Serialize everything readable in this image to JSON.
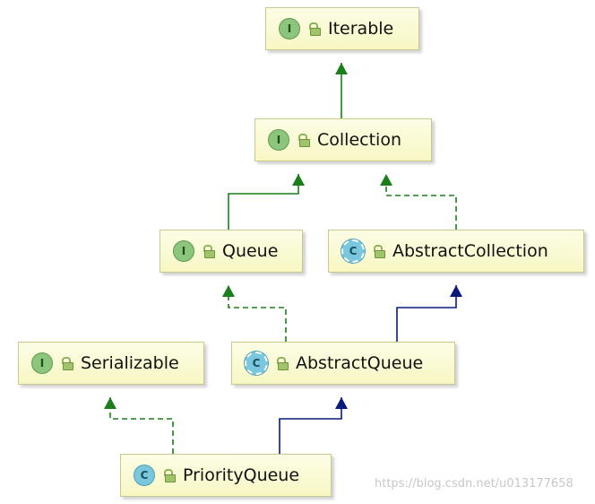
{
  "nodes": {
    "iterable": {
      "label": "Iterable",
      "kind": "I",
      "type": "interface"
    },
    "collection": {
      "label": "Collection",
      "kind": "I",
      "type": "interface"
    },
    "queue": {
      "label": "Queue",
      "kind": "I",
      "type": "interface"
    },
    "abstract_collection": {
      "label": "AbstractCollection",
      "kind": "C",
      "type": "abstract"
    },
    "serializable": {
      "label": "Serializable",
      "kind": "I",
      "type": "interface"
    },
    "abstract_queue": {
      "label": "AbstractQueue",
      "kind": "C",
      "type": "abstract"
    },
    "priority_queue": {
      "label": "PriorityQueue",
      "kind": "C",
      "type": "class"
    }
  },
  "edges": [
    {
      "from": "collection",
      "to": "iterable",
      "relation": "extends",
      "style": "solid",
      "color": "#1a7f1a"
    },
    {
      "from": "queue",
      "to": "collection",
      "relation": "extends",
      "style": "solid",
      "color": "#1a7f1a"
    },
    {
      "from": "abstract_collection",
      "to": "collection",
      "relation": "implements",
      "style": "dashed",
      "color": "#1a7f1a"
    },
    {
      "from": "abstract_queue",
      "to": "queue",
      "relation": "implements",
      "style": "dashed",
      "color": "#1a7f1a"
    },
    {
      "from": "abstract_queue",
      "to": "abstract_collection",
      "relation": "extends",
      "style": "solid",
      "color": "#0a1a7a"
    },
    {
      "from": "priority_queue",
      "to": "serializable",
      "relation": "implements",
      "style": "dashed",
      "color": "#1a7f1a"
    },
    {
      "from": "priority_queue",
      "to": "abstract_queue",
      "relation": "extends",
      "style": "solid",
      "color": "#0a1a7a"
    }
  ],
  "colors": {
    "interface_arrow": "#1a7f1a",
    "class_arrow": "#0a1a7a"
  },
  "watermark": "https://blog.csdn.net/u013177658"
}
